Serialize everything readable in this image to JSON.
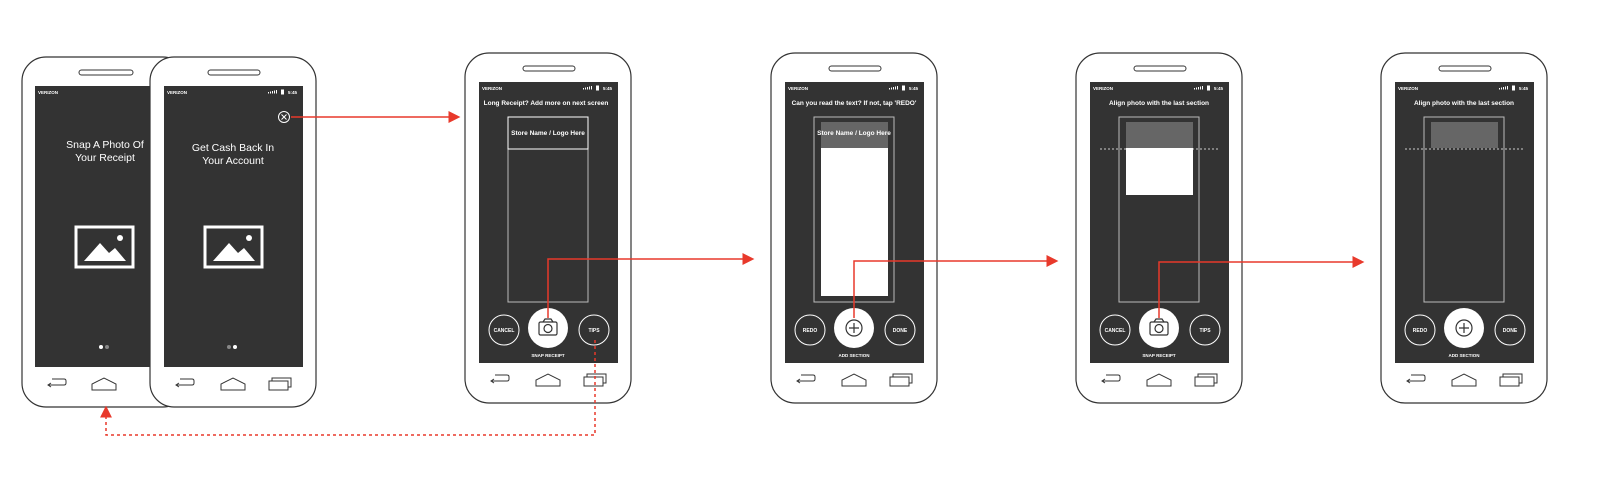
{
  "status_bar": {
    "carrier": "VERIZON",
    "time": "5:45"
  },
  "phone1": {
    "title_line1": "Snap A Photo Of",
    "title_line2": "Your Receipt"
  },
  "phone2": {
    "title_line1": "Get Cash Back In",
    "title_line2": "Your Account"
  },
  "phone3": {
    "header": "Long Receipt? Add more on next screen",
    "receipt_label": "Store Name / Logo Here",
    "left_button": "CANCEL",
    "right_button": "TIPS",
    "caption": "SNAP RECEIPT"
  },
  "phone4": {
    "header": "Can you read the text? If not, tap 'REDO'",
    "receipt_label": "Store Name / Logo Here",
    "left_button": "REDO",
    "right_button": "DONE",
    "caption": "ADD SECTION"
  },
  "phone5": {
    "header": "Align photo with the last section",
    "left_button": "CANCEL",
    "right_button": "TIPS",
    "caption": "SNAP RECEIPT"
  },
  "phone6": {
    "header": "Align photo with the last section",
    "left_button": "REDO",
    "right_button": "DONE",
    "caption": "ADD SECTION"
  },
  "colors": {
    "screen": "#333333",
    "accent": "#e8392b",
    "outline": "#333333"
  },
  "icons": [
    "image-icon",
    "close-icon",
    "camera-icon",
    "plus-icon",
    "back-icon",
    "home-icon",
    "recent-apps-icon"
  ]
}
